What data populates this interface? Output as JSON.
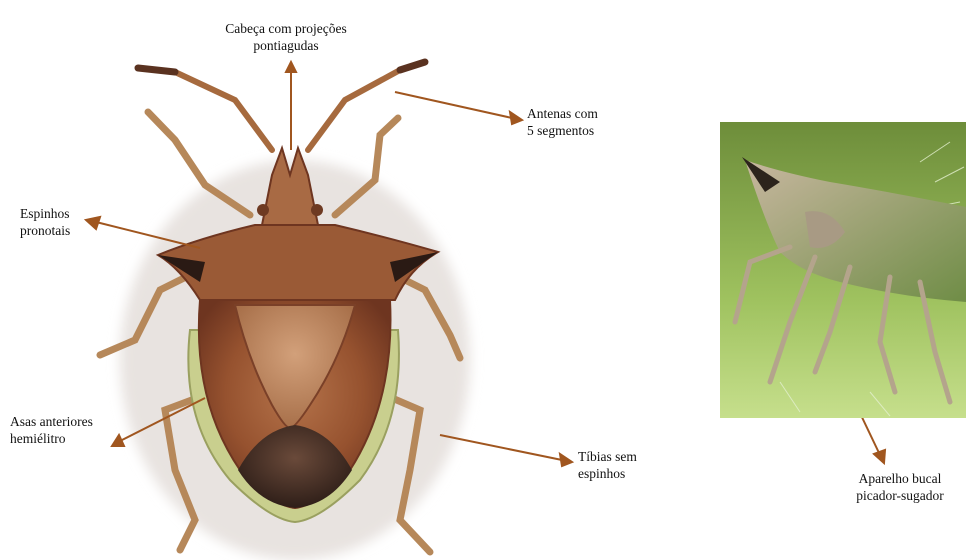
{
  "colors": {
    "arrow": "#a0561f",
    "body_brown": "#8a4a2c",
    "leaf_green": "#8fb556",
    "text": "#111111"
  },
  "labels": {
    "head": [
      "Cabeça com projeções",
      "pontiagudas"
    ],
    "antennae": [
      "Antenas com",
      "5 segmentos"
    ],
    "spines": [
      "Espinhos",
      "pronotais"
    ],
    "wings": [
      "Asas anteriores",
      "hemiélitro"
    ],
    "tibia": [
      "Tíbias sem",
      "espinhos"
    ],
    "mouthparts": [
      "Aparelho bucal",
      "picador-sugador"
    ]
  },
  "images": {
    "insect": "stink-bug-dorsal-view",
    "photo": "stink-bug-side-photo-on-leaf"
  }
}
